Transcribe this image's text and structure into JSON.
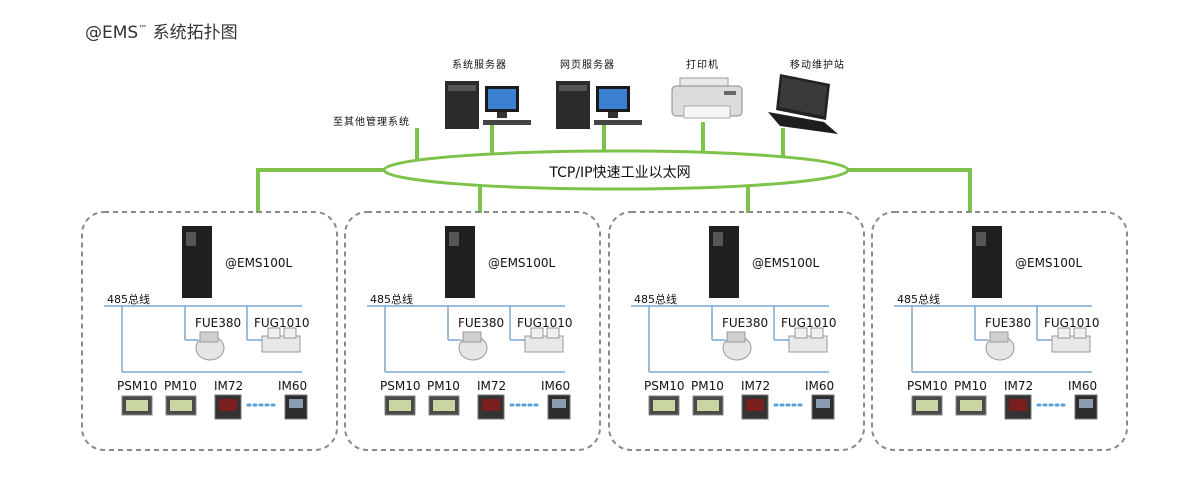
{
  "title": "@EMS™ 系统拓扑图",
  "title_main": "@EMS",
  "title_tm": "™",
  "title_rest": " 系统拓扑图",
  "top_devices": [
    {
      "label": "系统服务器",
      "icon": "server-pc-icon"
    },
    {
      "label": "网页服务器",
      "icon": "server-pc-icon"
    },
    {
      "label": "打印机",
      "icon": "printer-icon"
    },
    {
      "label": "移动维护站",
      "icon": "laptop-icon"
    }
  ],
  "other_system_label": "至其他管理系统",
  "network_label": "TCP/IP快速工业以太网",
  "colors": {
    "network": "#7dc24a",
    "bus": "#7ba7cf",
    "dashed_box": "#8a8a8a",
    "ellipse": "#7dc24a"
  },
  "substations": [
    {
      "controller": "@EMS100L",
      "bus_label": "485总线",
      "flow_meters": [
        "FUE380",
        "FUG1010"
      ],
      "meters": [
        "PSM10",
        "PM10",
        "IM72",
        "IM60"
      ]
    },
    {
      "controller": "@EMS100L",
      "bus_label": "485总线",
      "flow_meters": [
        "FUE380",
        "FUG1010"
      ],
      "meters": [
        "PSM10",
        "PM10",
        "IM72",
        "IM60"
      ]
    },
    {
      "controller": "@EMS100L",
      "bus_label": "485总线",
      "flow_meters": [
        "FUE380",
        "FUG1010"
      ],
      "meters": [
        "PSM10",
        "PM10",
        "IM72",
        "IM60"
      ]
    },
    {
      "controller": "@EMS100L",
      "bus_label": "485总线",
      "flow_meters": [
        "FUE380",
        "FUG1010"
      ],
      "meters": [
        "PSM10",
        "PM10",
        "IM72",
        "IM60"
      ]
    }
  ]
}
